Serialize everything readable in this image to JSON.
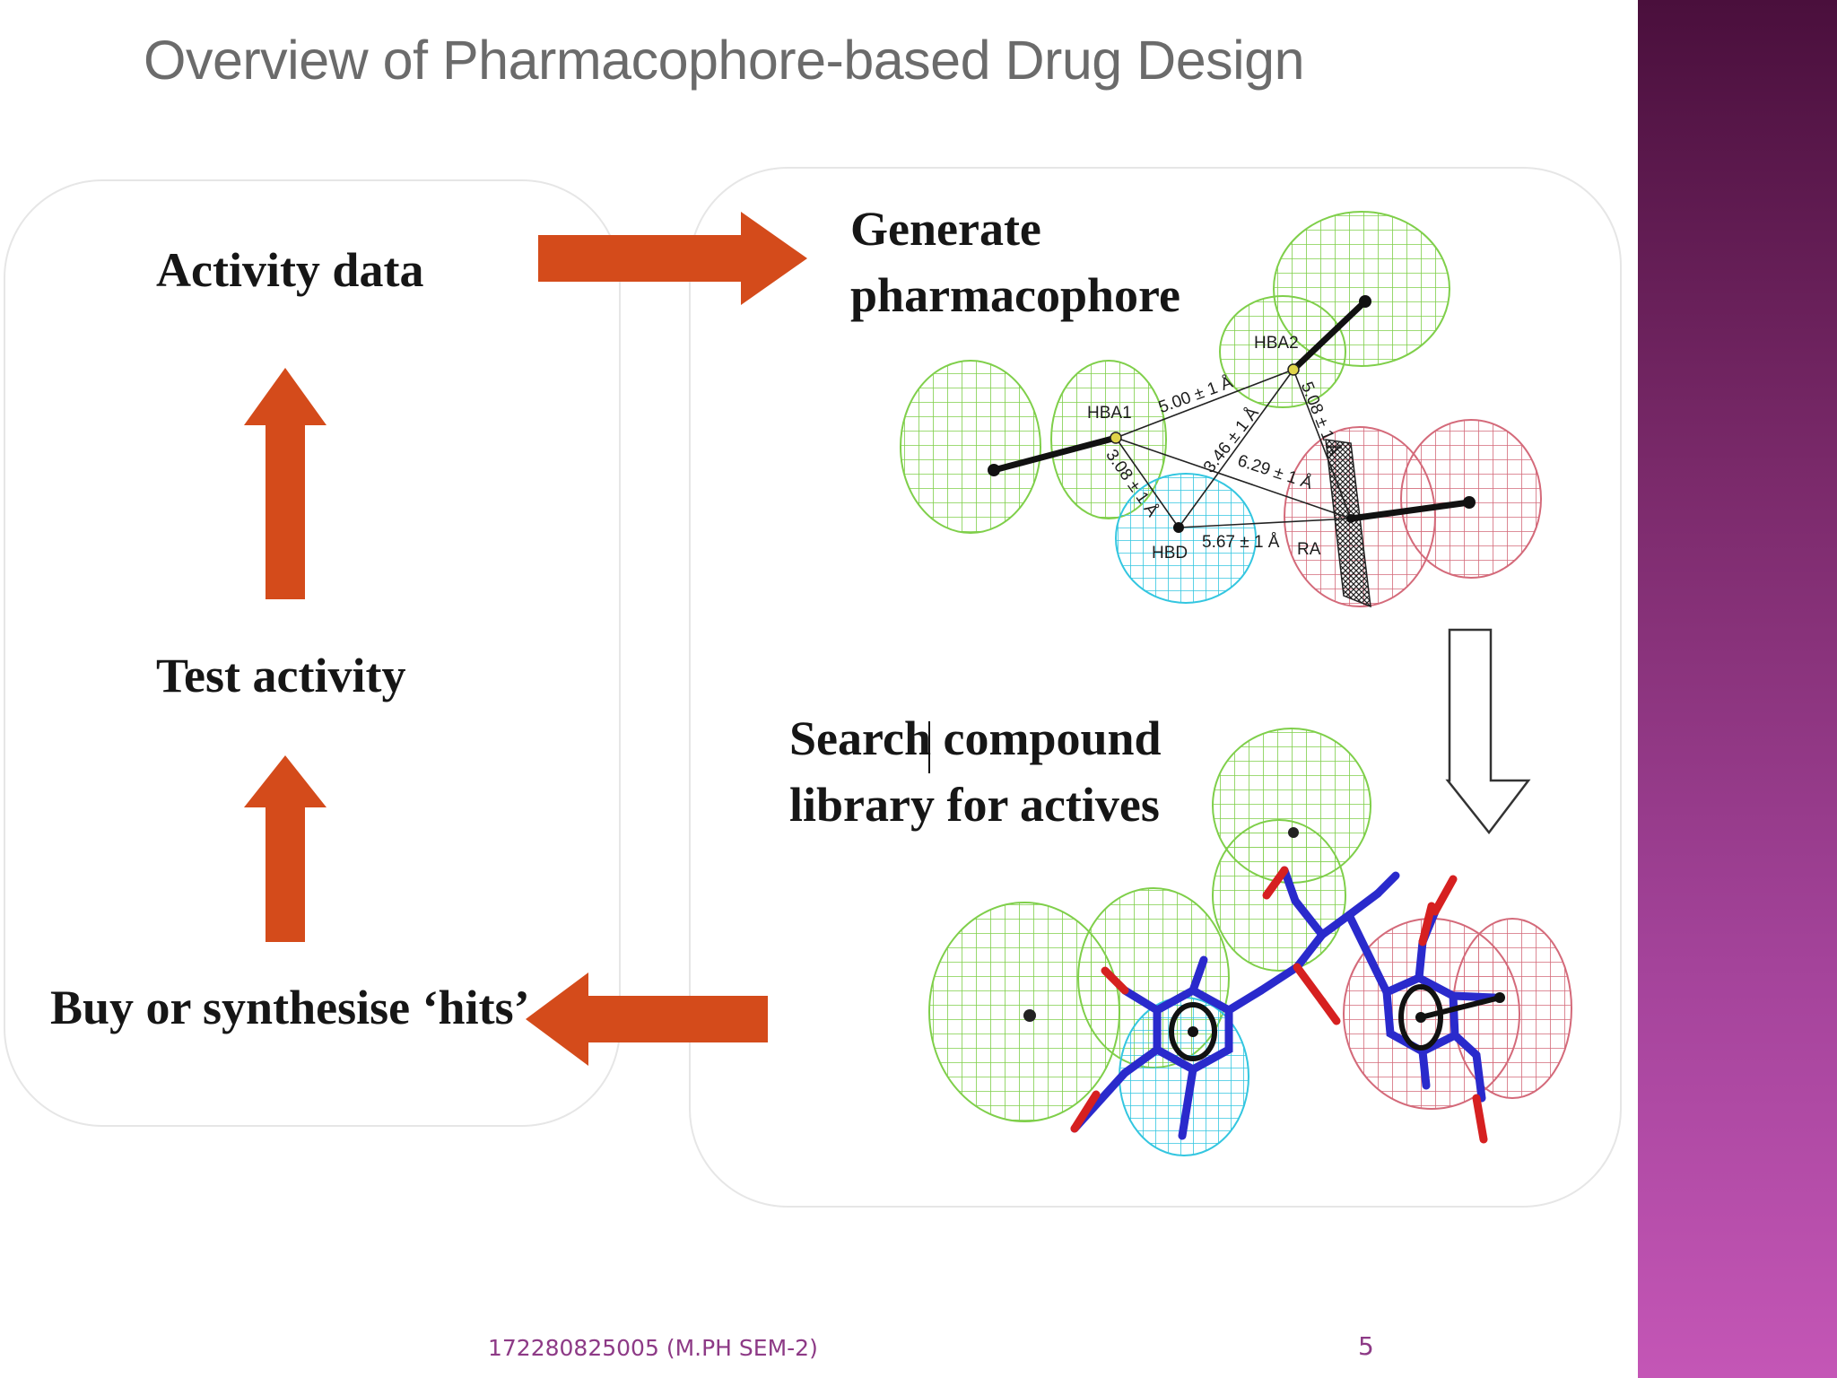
{
  "slide": {
    "title": "Overview of Pharmacophore-based Drug Design",
    "footer_id": "172280825005 (M.PH SEM-2)",
    "page_number": "5"
  },
  "diagram": {
    "activity_data": "Activity data",
    "test_activity": "Test activity",
    "buy_hits": "Buy or synthesise ‘hits’",
    "generate_line1": "Generate",
    "generate_line2": "pharmacophore",
    "search_line1": "Search compound",
    "search_line2": "library for actives"
  },
  "pharmacophore_labels": {
    "hba1": "HBA1",
    "hba2": "HBA2",
    "hbd": "HBD",
    "ra": "RA",
    "d1": "5.00 ± 1 Å",
    "d2": "5.08 ± 1 Å",
    "d3": "3.46 ± 1 Å",
    "d4": "3.08 ± 1 Å",
    "d5": "6.29 ± 1 Å",
    "d6": "5.67 ± 1 Å"
  },
  "colors": {
    "arrow": "#d44b1b",
    "hydrophobic_mesh": "#7fcf4a",
    "donor_mesh": "#33c6e0",
    "aromatic_mesh": "#d46a7a",
    "molecule_bonds": "#2a2acc",
    "oxygen": "#d62020",
    "accent": "#8d3a86"
  }
}
